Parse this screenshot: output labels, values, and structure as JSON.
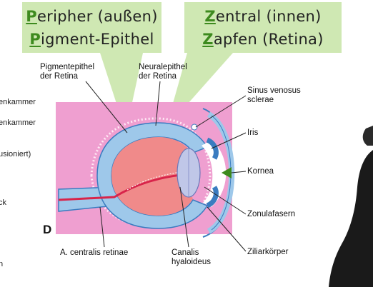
{
  "left_cut_labels": [
    "enkammer",
    "enkammer",
    "usioniert)",
    "ck",
    "l",
    "n"
  ],
  "bubble_left": {
    "line1": {
      "initial": "P",
      "rest": "eripher (außen)"
    },
    "line2": {
      "initial": "P",
      "rest": "igment-Epithel"
    }
  },
  "bubble_right": {
    "line1": {
      "initial": "Z",
      "rest": "entral (innen)"
    },
    "line2": {
      "initial": "Z",
      "rest": "apfen (Retina)"
    }
  },
  "labels": {
    "pigmentepithel": [
      "Pigmentepithel",
      "der Retina"
    ],
    "neuralepithel": [
      "Neuralepithel",
      "der Retina"
    ],
    "sinus": [
      "Sinus venosus",
      "sclerae"
    ],
    "iris": "Iris",
    "kornea": "Kornea",
    "zonula": "Zonulafasern",
    "ziliar": "Ziliarkörper",
    "centralis": "A. centralis retinae",
    "canalis": [
      "Canalis",
      "hyaloideus"
    ]
  },
  "panel_letter": "D",
  "colors": {
    "bubble": "#cfe8b3",
    "highlight": "#3d8a1e",
    "pink": "#ef9fd0",
    "retina_blue": "#9ec8ea",
    "outline_blue": "#3a7cc0",
    "vitreous": "#f08a8a",
    "vessel": "#d8244a"
  }
}
